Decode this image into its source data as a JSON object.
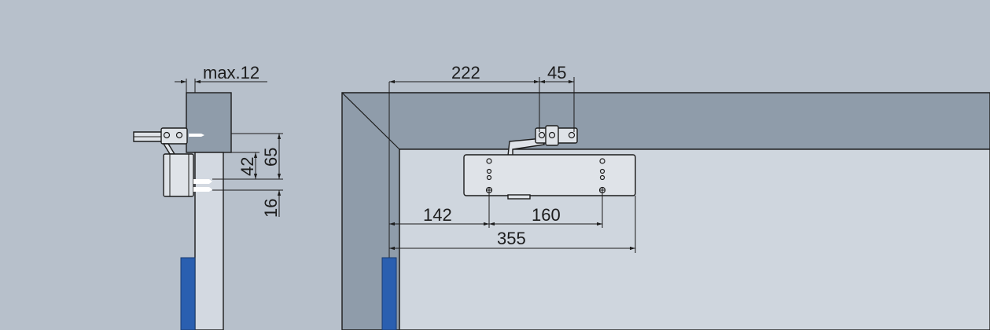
{
  "dimensions": {
    "max_overhang": "max.12",
    "height_65": "65",
    "height_42": "42",
    "height_16": "16",
    "width_222": "222",
    "width_45": "45",
    "width_142": "142",
    "width_160": "160",
    "width_355": "355"
  },
  "colors": {
    "background": "#b7c0cb",
    "frame": "#8f9caa",
    "door_leaf": "#cfd6de",
    "hinge": "#2a5fb0",
    "closer_body": "#dfe3e8",
    "ink": "#1c1c1c"
  }
}
